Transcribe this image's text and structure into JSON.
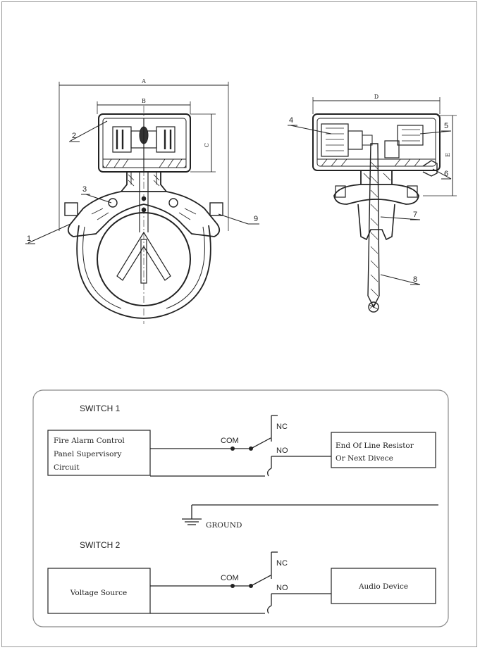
{
  "drawing": {
    "dims": {
      "a": "A",
      "b": "B",
      "c": "C",
      "d": "D",
      "e": "E"
    },
    "callouts": [
      "1",
      "2",
      "3",
      "4",
      "5",
      "6",
      "7",
      "8",
      "9"
    ]
  },
  "wiring": {
    "switch1": {
      "title": "SWITCH 1",
      "source_lines": [
        "Fire Alarm Control",
        "Panel Supervisory",
        "Circuit"
      ],
      "com": "COM",
      "nc": "NC",
      "no": "NO",
      "device_lines": [
        "End Of Line Resistor",
        "Or Next Divece"
      ]
    },
    "ground": "GROUND",
    "switch2": {
      "title": "SWITCH 2",
      "source": "Voltage Source",
      "com": "COM",
      "nc": "NC",
      "no": "NO",
      "device": "Audio Device"
    }
  },
  "colors": {
    "ink": "#222222",
    "frame": "#9a9a9a",
    "panel_border": "#8a8a8a"
  }
}
